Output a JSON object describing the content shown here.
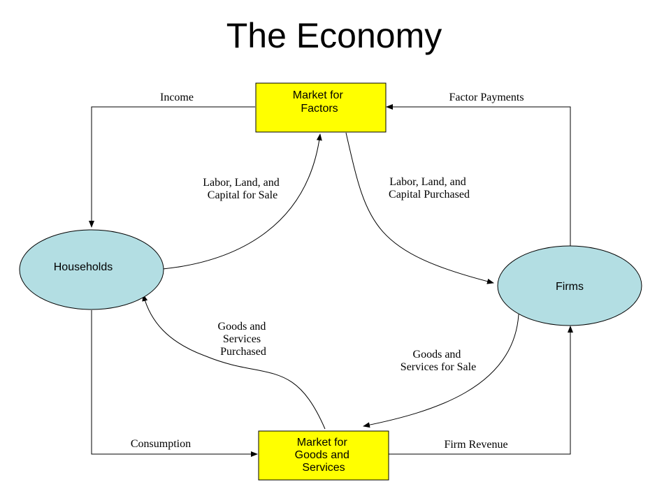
{
  "title": "The Economy",
  "colors": {
    "market_box_fill": "#ffff00",
    "ellipse_fill": "#b3dee3",
    "stroke": "#000000"
  },
  "nodes": {
    "market_factors": {
      "lines": [
        "Market for",
        "Factors"
      ]
    },
    "market_goods": {
      "lines": [
        "Market for",
        "Goods and",
        "Services"
      ]
    },
    "households": {
      "label": "Households"
    },
    "firms": {
      "label": "Firms"
    }
  },
  "flows": {
    "income": "Income",
    "factor_payments": "Factor Payments",
    "labor_sale": [
      "Labor, Land, and",
      "Capital for Sale"
    ],
    "labor_purchased": [
      "Labor, Land, and",
      "Capital Purchased"
    ],
    "goods_purchased": [
      "Goods and",
      "Services",
      "Purchased"
    ],
    "goods_sale": [
      "Goods and",
      "Services for Sale"
    ],
    "consumption": "Consumption",
    "firm_revenue": "Firm Revenue"
  }
}
